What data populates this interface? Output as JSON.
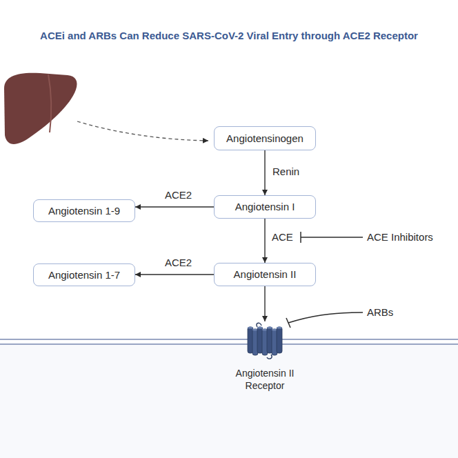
{
  "diagram": {
    "title": "ACEi and ARBs Can Reduce SARS-CoV-2 Viral Entry through ACE2 Receptor",
    "nodes": [
      {
        "text": [
          "Angiotensinogen"
        ]
      },
      {
        "text": [
          "Angiotensin I"
        ]
      },
      {
        "text": [
          "Angiotensin 1-9"
        ]
      },
      {
        "text": [
          "Angiotensin II"
        ]
      },
      {
        "text": [
          "Angiotensin 1-7"
        ]
      },
      {
        "text": [
          "Angiotensin II Receptor"
        ]
      }
    ],
    "edges": [
      {
        "from": 0,
        "to": 1,
        "label": "Renin",
        "arrow": "to"
      },
      {
        "from": 1,
        "to": 2,
        "label": "ACE2",
        "arrow": "to"
      },
      {
        "from": 1,
        "to": 3,
        "label": "ACE",
        "arrow": "to"
      },
      {
        "from": 3,
        "to": 4,
        "label": "ACE2",
        "arrow": "to"
      },
      {
        "from": 3,
        "to": 5,
        "arrow": "to"
      }
    ],
    "labels": [
      "ACE Inhibitors",
      "ARBs"
    ]
  }
}
